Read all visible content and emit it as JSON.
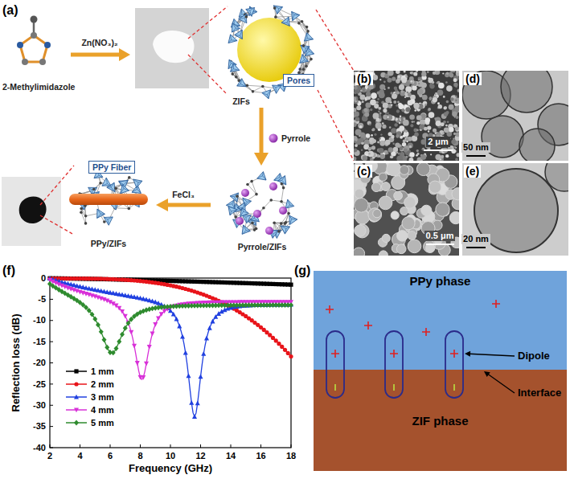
{
  "diagram": {
    "nodes": [
      {
        "text": [
          "Pores"
        ]
      },
      {
        "text": [
          "PPy Fiber"
        ]
      },
      {
        "text": [
          "PPy phase"
        ]
      },
      {
        "text": [
          "ZIF phase"
        ]
      }
    ],
    "labels": [
      "(a)",
      "2-Methylimidazole",
      "Zn(NO₃)₂",
      "ZIFs",
      "Pyrrole",
      "Pyrrole/ZIFs",
      "FeCl₃",
      "PPy/ZIFs",
      "(b)",
      "2 μm",
      "(c)",
      "0.5 μm",
      "(d)",
      "50 nm",
      "(e)",
      "20 nm",
      "(f)",
      "0",
      "-5",
      "-10",
      "-15",
      "-20",
      "-25",
      "-30",
      "-35",
      "-40",
      "2",
      "4",
      "6",
      "8",
      "10",
      "12",
      "14",
      "16",
      "18",
      "Reflection loss (dB)",
      "Frequency (GHz)",
      "(g)",
      "Dipole",
      "Interface"
    ],
    "legend": [
      {
        "text": "1 mm"
      },
      {
        "text": "2 mm"
      },
      {
        "text": "3 mm"
      },
      {
        "text": "4 mm"
      },
      {
        "text": "5 mm"
      }
    ]
  }
}
